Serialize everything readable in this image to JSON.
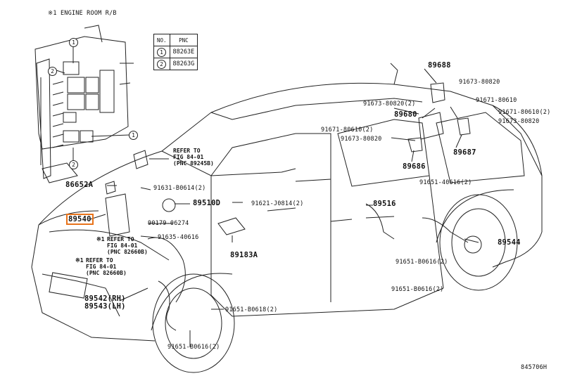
{
  "engine_room_title": "※1 ENGINE ROOM R/B",
  "pnc_table": {
    "headers": [
      "NO.",
      "PNC"
    ],
    "rows": [
      {
        "no": "1",
        "pnc": "88263E"
      },
      {
        "no": "2",
        "pnc": "88263G"
      }
    ]
  },
  "callout_numbers": [
    "1",
    "2",
    "1",
    "2"
  ],
  "part_labels": {
    "p89688": "89688",
    "p91673_80820_a": "91673-80820",
    "p91673_80820_2": "91673-80820(2)",
    "p91671_80610": "91671-80610",
    "p91671_80610_2": "91671-80610(2)",
    "p89680": "89680",
    "p91673_80820_b": "91673-80820",
    "p91671_80610_2b": "91671-80610(2)",
    "p91673_80820_c": "91673-80820",
    "p89687": "89687",
    "p89686": "89686",
    "p91651_40616_2": "91651-40616(2)",
    "p89516": "89516",
    "p89544": "89544",
    "p91651_b0616_2a": "91651-B0616(2)",
    "p91651_b0616_2b": "91651-B0616(2)",
    "p86652a": "86652A",
    "p91631_b0614_2": "91631-B0614(2)",
    "p89510d": "89510D",
    "p91621_j0814_2": "91621-J0814(2)",
    "p89540": "89540",
    "p90179_06274": "90179-06274",
    "p91635_40616": "91635-40616",
    "p89183a": "89183A",
    "p89542": "89542(RH)",
    "p89543": "89543(LH)",
    "p91651_b0618_2": "91651-B0618(2)",
    "p91651_b0616_2c": "91651-B0616(2)"
  },
  "refer_notes": {
    "note1": "REFER TO\nFIG 84-01\n(PNC 89245B)",
    "note2_mark": "※1",
    "note2": "REFER TO\nFIG 84-01\n(PNC 82660B)",
    "note3_mark": "※1",
    "note3": "REFER TO\nFIG 84-01\n(PNC 82660B)"
  },
  "figure_id": "845706H"
}
